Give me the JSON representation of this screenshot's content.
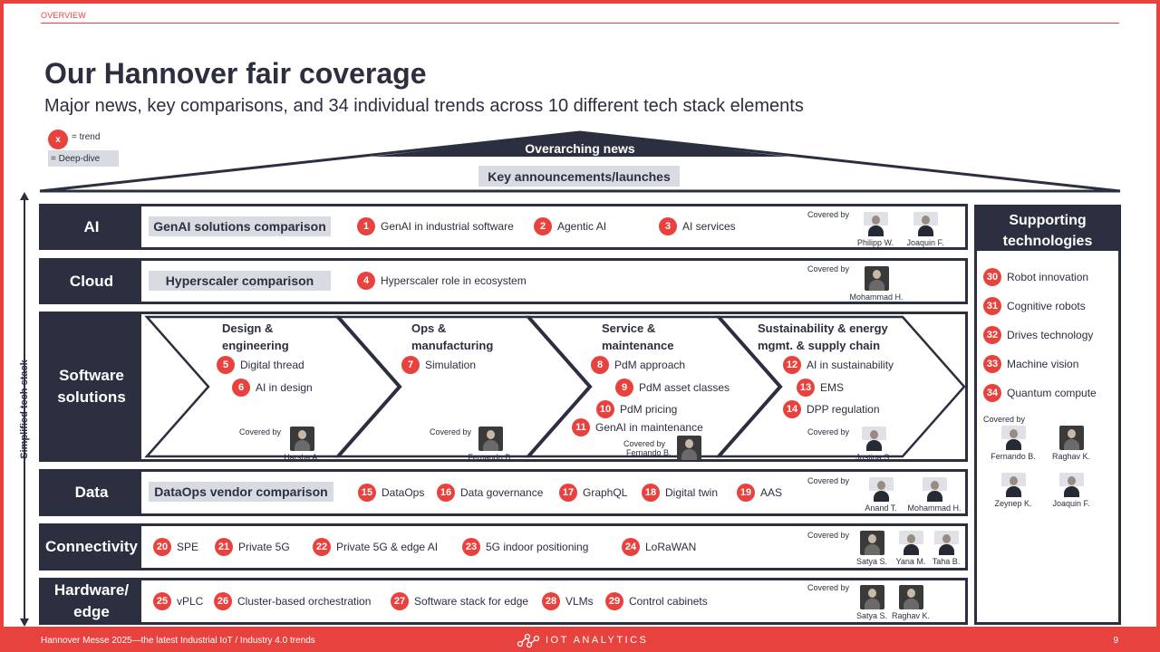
{
  "header": {
    "section": "OVERVIEW",
    "title": "Our Hannover fair coverage",
    "subtitle": "Major news, key comparisons, and 34 individual trends across 10 different tech stack elements"
  },
  "legend": {
    "dot_symbol": "x",
    "trend_label": "= trend",
    "deep_dive_label": "= Deep-dive"
  },
  "roof": {
    "title": "Overarching news",
    "key_announcements": "Key announcements/launches"
  },
  "stack_label": "Simplified tech stack",
  "covered_by": "Covered by",
  "ai": {
    "label": "AI",
    "deep_dive": "GenAI solutions comparison",
    "trends": [
      {
        "num": "1",
        "label": "GenAI in industrial software"
      },
      {
        "num": "2",
        "label": "Agentic AI"
      },
      {
        "num": "3",
        "label": "AI services"
      }
    ],
    "people": [
      "Philipp W.",
      "Joaquin F."
    ]
  },
  "cloud": {
    "label": "Cloud",
    "deep_dive": "Hyperscaler comparison",
    "trends": [
      {
        "num": "4",
        "label": "Hyperscaler role in ecosystem"
      }
    ],
    "people": [
      "Mohammad H."
    ]
  },
  "software": {
    "label": "Software solutions",
    "chevrons": [
      {
        "title": "Design & engineering",
        "trends": [
          {
            "num": "5",
            "label": "Digital thread"
          },
          {
            "num": "6",
            "label": "AI in design"
          }
        ],
        "person": "Harsha A."
      },
      {
        "title": "Ops & manufacturing",
        "trends": [
          {
            "num": "7",
            "label": "Simulation"
          }
        ],
        "person": "Fernando B."
      },
      {
        "title": "Service & maintenance",
        "trends": [
          {
            "num": "8",
            "label": "PdM approach"
          },
          {
            "num": "9",
            "label": "PdM asset classes"
          },
          {
            "num": "10",
            "label": "PdM pricing"
          },
          {
            "num": "11",
            "label": "GenAI in maintenance"
          }
        ],
        "person": "Fernando B."
      },
      {
        "title": "Sustainability & energy mgmt. & supply chain",
        "trends": [
          {
            "num": "12",
            "label": "AI in sustainability"
          },
          {
            "num": "13",
            "label": "EMS"
          },
          {
            "num": "14",
            "label": "DPP regulation"
          }
        ],
        "person": "Justina S."
      }
    ]
  },
  "data_row": {
    "label": "Data",
    "deep_dive": "DataOps vendor comparison",
    "trends": [
      {
        "num": "15",
        "label": "DataOps"
      },
      {
        "num": "16",
        "label": "Data governance"
      },
      {
        "num": "17",
        "label": "GraphQL"
      },
      {
        "num": "18",
        "label": "Digital twin"
      },
      {
        "num": "19",
        "label": "AAS"
      }
    ],
    "people": [
      "Anand T.",
      "Mohammad H."
    ]
  },
  "connectivity": {
    "label": "Connectivity",
    "trends": [
      {
        "num": "20",
        "label": "SPE"
      },
      {
        "num": "21",
        "label": "Private 5G"
      },
      {
        "num": "22",
        "label": "Private 5G & edge AI"
      },
      {
        "num": "23",
        "label": "5G indoor positioning"
      },
      {
        "num": "24",
        "label": "LoRaWAN"
      }
    ],
    "people": [
      "Satya S.",
      "Yana M.",
      "Taha B."
    ]
  },
  "hardware": {
    "label": "Hardware/ edge",
    "trends": [
      {
        "num": "25",
        "label": "vPLC"
      },
      {
        "num": "26",
        "label": "Cluster-based orchestration"
      },
      {
        "num": "27",
        "label": "Software stack for edge"
      },
      {
        "num": "28",
        "label": "VLMs"
      },
      {
        "num": "29",
        "label": "Control cabinets"
      }
    ],
    "people": [
      "Satya S.",
      "Raghav K."
    ]
  },
  "supporting": {
    "title": "Supporting technologies",
    "trends": [
      {
        "num": "30",
        "label": "Robot innovation"
      },
      {
        "num": "31",
        "label": "Cognitive robots"
      },
      {
        "num": "32",
        "label": "Drives technology"
      },
      {
        "num": "33",
        "label": "Machine vision"
      },
      {
        "num": "34",
        "label": "Quantum compute"
      }
    ],
    "people": [
      "Fernando B.",
      "Raghav K.",
      "Zeynep K.",
      "Joaquin F."
    ]
  },
  "footer": {
    "text": "Hannover Messe 2025—the latest Industrial IoT / Industry 4.0 trends",
    "brand": "IOT ANALYTICS",
    "page": "9"
  },
  "colors": {
    "accent": "#e8423f",
    "navy": "#2b2f3f",
    "deep_dive_bg": "#d9dbe3"
  }
}
